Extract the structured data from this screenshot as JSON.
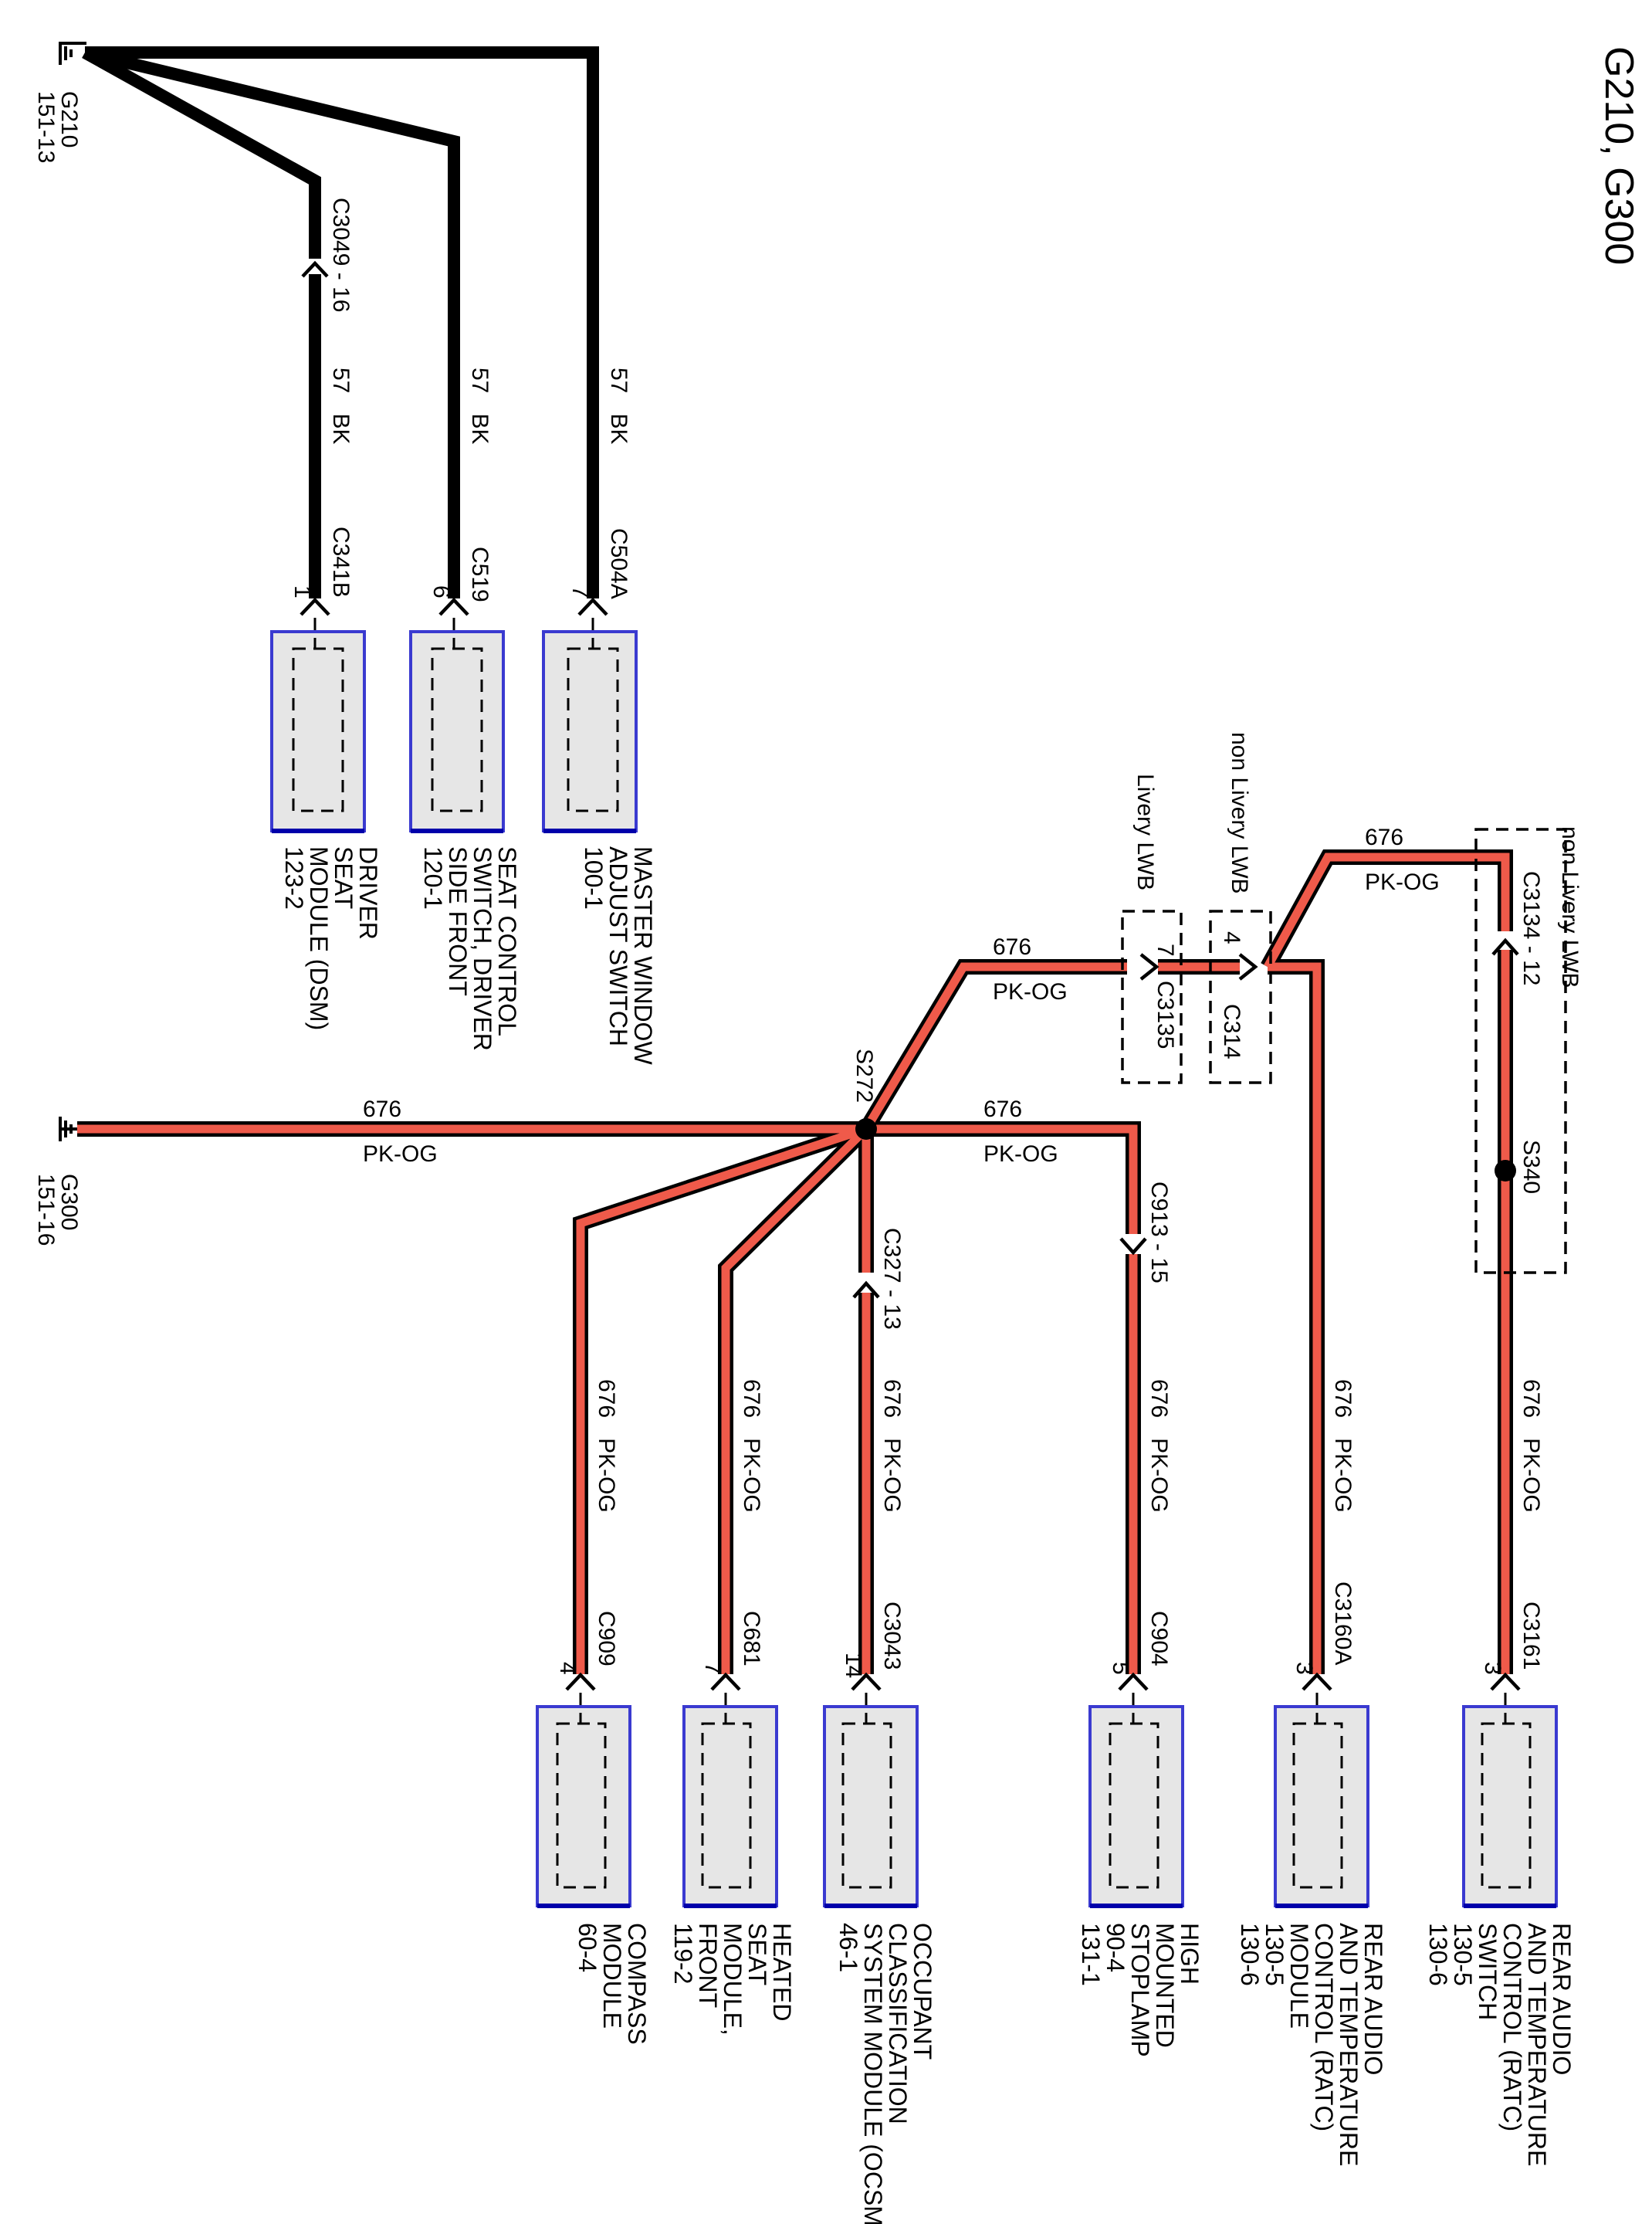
{
  "title": "G210, G300",
  "grounds": [
    {
      "id": "G210",
      "ref": "151-13"
    },
    {
      "id": "G300",
      "ref": "151-16"
    }
  ],
  "wires": {
    "bk": {
      "circuit": "57",
      "color": "BK"
    },
    "pkog": {
      "circuit": "676",
      "color": "PK-OG"
    }
  },
  "splices": [
    "S272",
    "S340"
  ],
  "connectors": {
    "c3049": "C3049 - 16",
    "c341b": "C341B",
    "c519": "C519",
    "c504a": "C504A",
    "c3135": "C3135",
    "c314": "C314",
    "c3134": "C3134 - 12",
    "c913": "C913 - 15",
    "c327": "C327 - 13",
    "c909": "C909",
    "c681": "C681",
    "c3043": "C3043",
    "c904": "C904",
    "c3160a": "C3160A",
    "c3161": "C3161"
  },
  "pins": {
    "dsm": "1",
    "seat_switch": "6",
    "window_switch": "7",
    "c3135": "7",
    "c314": "4",
    "compass": "4",
    "heated_seat": "7",
    "ocsm": "14",
    "stoplamp": "5",
    "ratc_module": "3",
    "ratc_switch": "3"
  },
  "options": {
    "livery": "Livery LWB",
    "non_livery": "non Livery LWB"
  },
  "components": {
    "dsm": [
      "DRIVER",
      "SEAT",
      "MODULE (DSM)",
      "123-2"
    ],
    "seat_switch": [
      "SEAT CONTROL",
      "SWITCH, DRIVER",
      "SIDE FRONT",
      "120-1"
    ],
    "window_switch": [
      "MASTER WINDOW",
      "ADJUST SWITCH",
      "100-1"
    ],
    "compass": [
      "COMPASS",
      "MODULE",
      "60-4"
    ],
    "heated_seat": [
      "HEATED",
      "SEAT",
      "MODULE,",
      "FRONT",
      "119-2"
    ],
    "ocsm": [
      "OCCUPANT",
      "CLASSIFICATION",
      "SYSTEM MODULE (OCSM)",
      "46-1"
    ],
    "stoplamp": [
      "HIGH",
      "MOUNTED",
      "STOPLAMP",
      "90-4",
      "131-1"
    ],
    "ratc_module": [
      "REAR AUDIO",
      "AND TEMPERATURE",
      "CONTROL (RATC)",
      "MODULE",
      "130-5",
      "130-6"
    ],
    "ratc_switch": [
      "REAR AUDIO",
      "AND TEMPERATURE",
      "CONTROL (RATC)",
      "SWITCH",
      "130-5",
      "130-6"
    ]
  },
  "colors": {
    "bk_wire": "#000000",
    "pkog_wire": "#ef5a4a",
    "module_fill": "#e6e6e6",
    "module_border": "#3a3ad0"
  }
}
